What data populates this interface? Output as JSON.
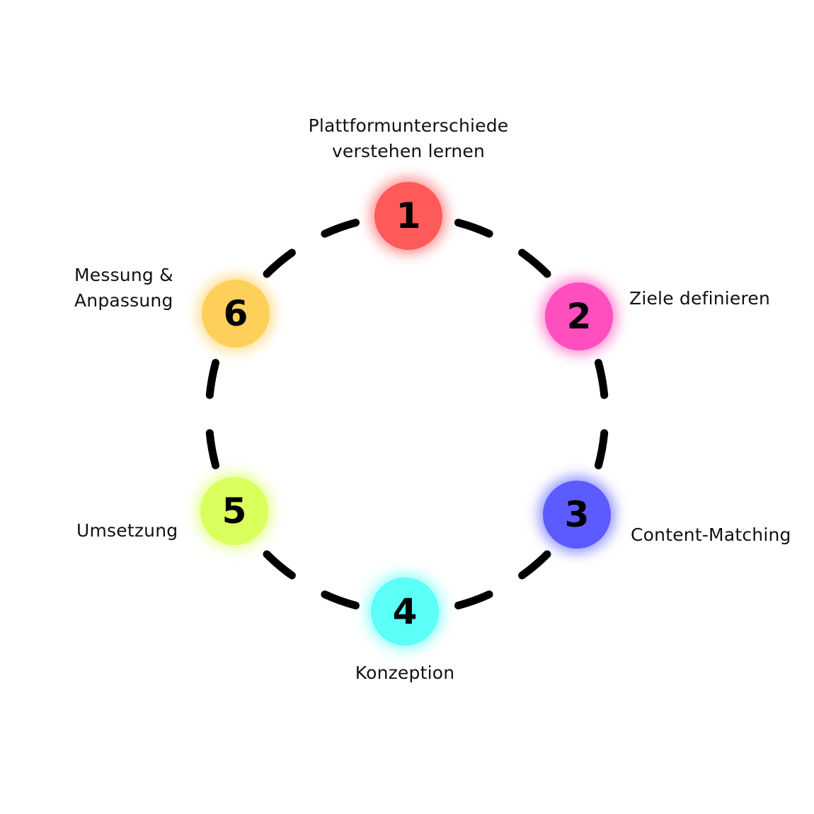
{
  "steps": [
    {
      "number": "1",
      "label_lines": [
        "Plattformunterschiede",
        "verstehen lernen"
      ],
      "color": "#ff5a5a"
    },
    {
      "number": "2",
      "label_lines": [
        "Ziele definieren"
      ],
      "color": "#ff4fbf"
    },
    {
      "number": "3",
      "label_lines": [
        "Content-Matching"
      ],
      "color": "#5b5bff"
    },
    {
      "number": "4",
      "label_lines": [
        "Konzeption"
      ],
      "color": "#5cfff7"
    },
    {
      "number": "5",
      "label_lines": [
        "Umsetzung"
      ],
      "color": "#d9ff5c"
    },
    {
      "number": "6",
      "label_lines": [
        "Messung &",
        "Anpassung"
      ],
      "color": "#ffcf5c"
    }
  ],
  "ring_color": "#000000"
}
